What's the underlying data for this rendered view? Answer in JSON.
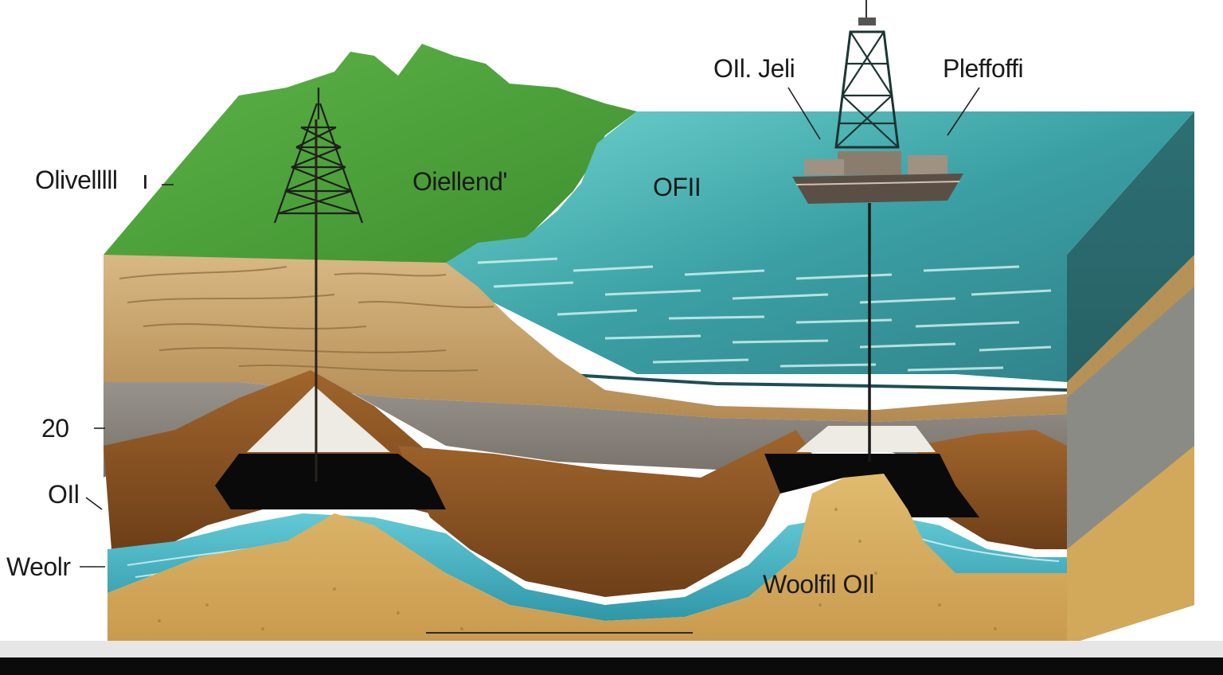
{
  "labels": {
    "left_oilwell": "Olivelllll",
    "left_tick": "ı",
    "land_label": "Oiellend'",
    "sea_label": "OFII",
    "rig_left": "OIl. Jeli",
    "rig_right": "Pleffoffi",
    "depth_20": "20",
    "depth_oil": "OIl",
    "depth_water": "Weolr",
    "bottom_label": "Woolfil OIl"
  },
  "colors": {
    "land_green": "#4fa83a",
    "sand": "#c9a36a",
    "sea": "#3fa7a5",
    "rock_gray": "#8c8a86",
    "rock_brown": "#8a5526",
    "oil_black": "#0a0a0a",
    "water_blue": "#49b8c8",
    "sand_deep": "#d4ad62"
  }
}
